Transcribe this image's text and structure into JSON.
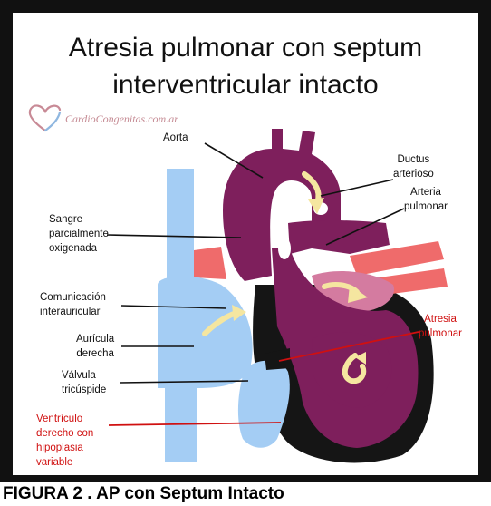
{
  "title": {
    "line1": "Atresia pulmonar con septum",
    "line2": "interventricular intacto"
  },
  "logo": {
    "text": "CardioCongenitas.com.ar",
    "icon": "heart-outline-icon"
  },
  "labels": {
    "aorta": "Aorta",
    "ductus": [
      "Ductus",
      "arterioso"
    ],
    "arteria_pulmonar": [
      "Arteria",
      "pulmonar"
    ],
    "sangre": [
      "Sangre",
      "parcialmente",
      "oxigenada"
    ],
    "comunicacion": [
      "Comunicación",
      "interauricular"
    ],
    "auricula": [
      "Aurícula",
      "derecha"
    ],
    "valvula": [
      "Válvula",
      "tricúspide"
    ],
    "atresia": [
      "Atresia",
      "pulmonar"
    ],
    "ventriculo": [
      "Ventrículo",
      "derecho con",
      "hipoplasia",
      "variable"
    ]
  },
  "caption": "FIGURA  2 . AP con Septum Intacto",
  "colors": {
    "oxygenated": "#7e1f5c",
    "deoxygenated": "#a4cdf4",
    "dark_ventricle": "#151515",
    "pulmonary_veins": "#ef6b6b",
    "arrow": "#f5e6a0",
    "red_label": "#d01010"
  }
}
